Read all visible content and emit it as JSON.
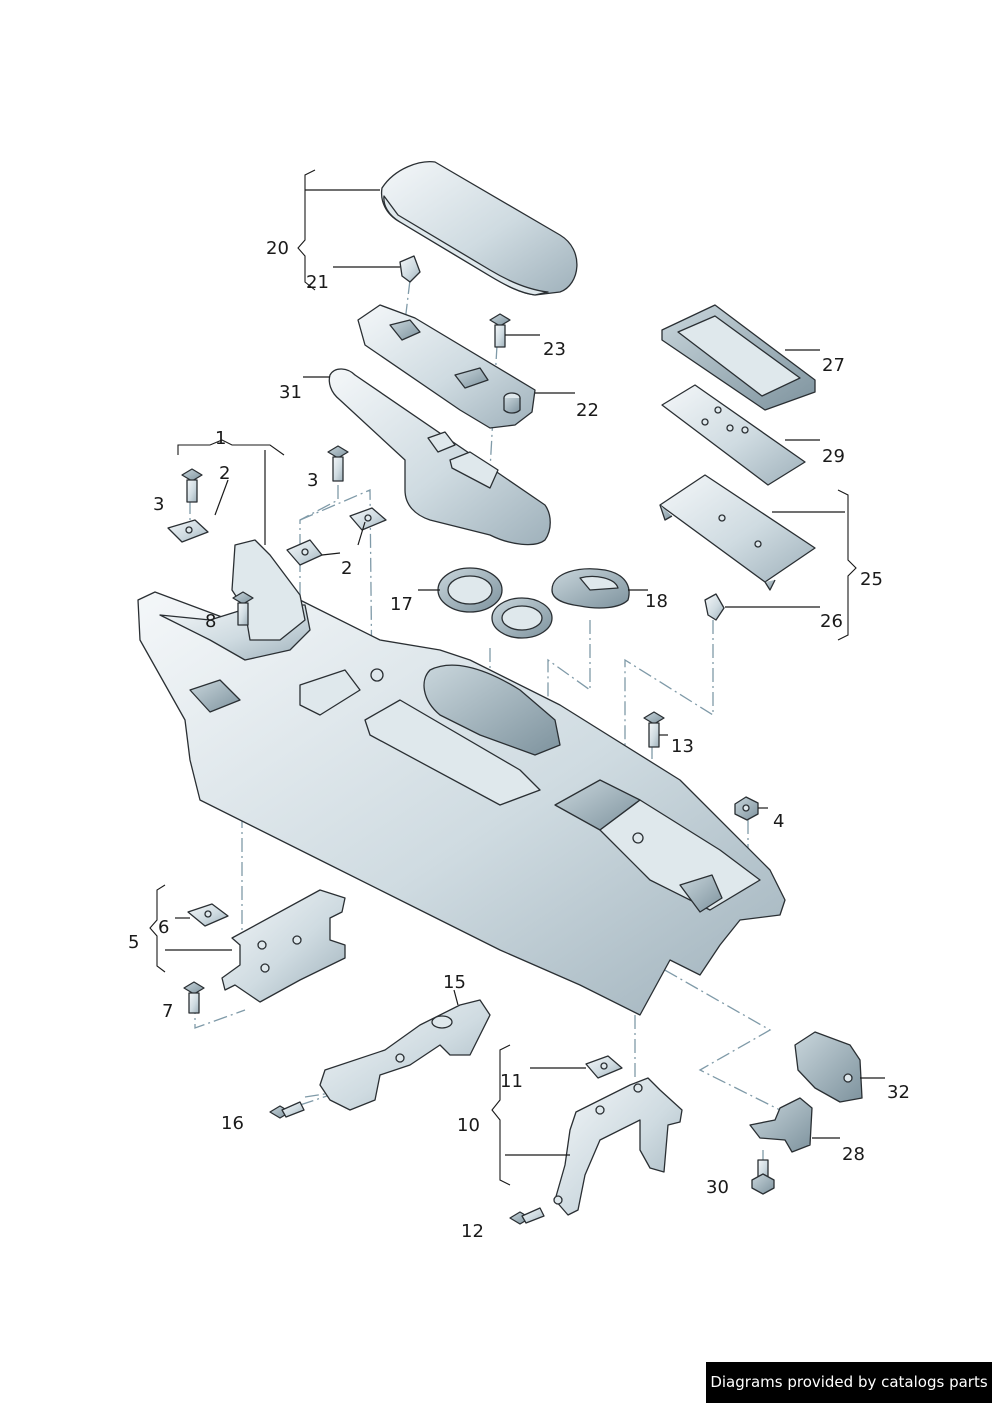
{
  "callouts": [
    "1",
    "2",
    "2",
    "3",
    "3",
    "4",
    "5",
    "6",
    "7",
    "8",
    "10",
    "11",
    "12",
    "13",
    "15",
    "16",
    "17",
    "18",
    "20",
    "21",
    "22",
    "23",
    "25",
    "26",
    "27",
    "28",
    "29",
    "30",
    "31",
    "32"
  ],
  "credit": "Diagrams provided by catalogs parts",
  "colors": {
    "ink": "#1a1a1a",
    "dash": "#7f9aa8",
    "metal_light": "#f2f6f8",
    "metal_dark": "#9fb1bb"
  }
}
